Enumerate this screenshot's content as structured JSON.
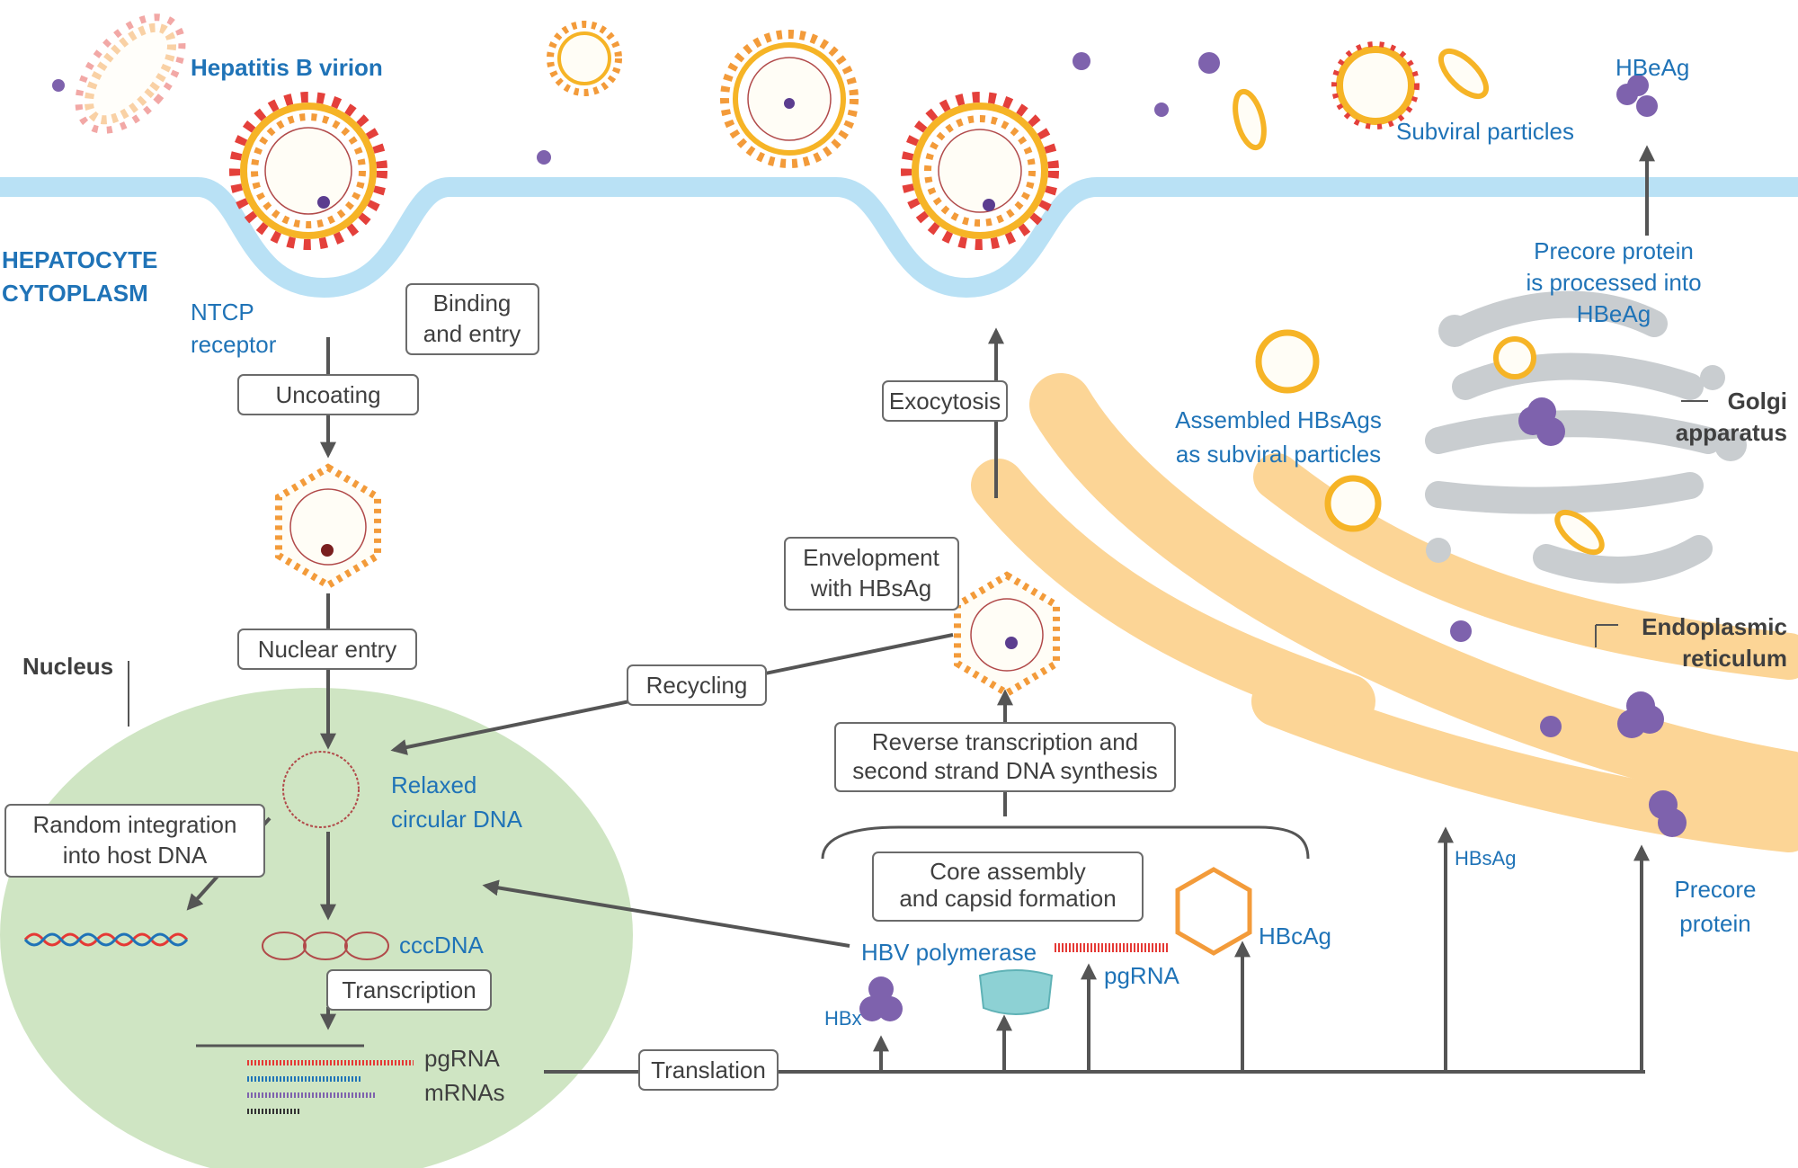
{
  "labels": {
    "virion": "Hepatitis B virion",
    "hepatocyte_line1": "HEPATOCYTE",
    "hepatocyte_line2": "CYTOPLASM",
    "ntcp_line1": "NTCP",
    "ntcp_line2": "receptor",
    "binding_line1": "Binding",
    "binding_line2": "and entry",
    "uncoating": "Uncoating",
    "nuclear_entry": "Nuclear entry",
    "nucleus": "Nucleus",
    "relaxed_line1": "Relaxed",
    "relaxed_line2": "circular DNA",
    "random_line1": "Random  integration",
    "random_line2": "into host DNA",
    "cccdna": "cccDNA",
    "transcription": "Transcription",
    "pgrna_nuc": "pgRNA",
    "mrnas": "mRNAs",
    "translation": "Translation",
    "recycling": "Recycling",
    "envelopment_line1": "Envelopment",
    "envelopment_line2": "with HBsAg",
    "exocytosis": "Exocytosis",
    "reverse_line1": "Reverse transcription and",
    "reverse_line2": "second strand DNA synthesis",
    "core_line1": "Core assembly",
    "core_line2": "and capsid formation",
    "hbv_polymerase": "HBV polymerase",
    "pgrna_cyt": "pgRNA",
    "hbcag": "HBcAg",
    "hbx": "HBx",
    "hbsag": "HBsAg",
    "precore_line1": "Precore",
    "precore_line2": "protein",
    "subviral": "Subviral particles",
    "hbeag": "HBeAg",
    "processed_line1": "Precore protein",
    "processed_line2": "is processed into",
    "processed_line3": "HBeAg",
    "assembled_line1": "Assembled HBsAgs",
    "assembled_line2": "as subviral particles",
    "golgi_line1": "Golgi",
    "golgi_line2": "apparatus",
    "er_line1": "Endoplasmic",
    "er_line2": "reticulum"
  },
  "colors": {
    "membrane": "#b9e1f5",
    "nucleus": "#cfe5c3",
    "er": "#fcd596",
    "golgi": "#c9cdd0",
    "accent_blue": "#1f73b7",
    "capsid_orange": "#f39b3a",
    "envelope_yellow": "#f6b426",
    "protein_purple": "#7e62ad",
    "red": "#e53935"
  }
}
